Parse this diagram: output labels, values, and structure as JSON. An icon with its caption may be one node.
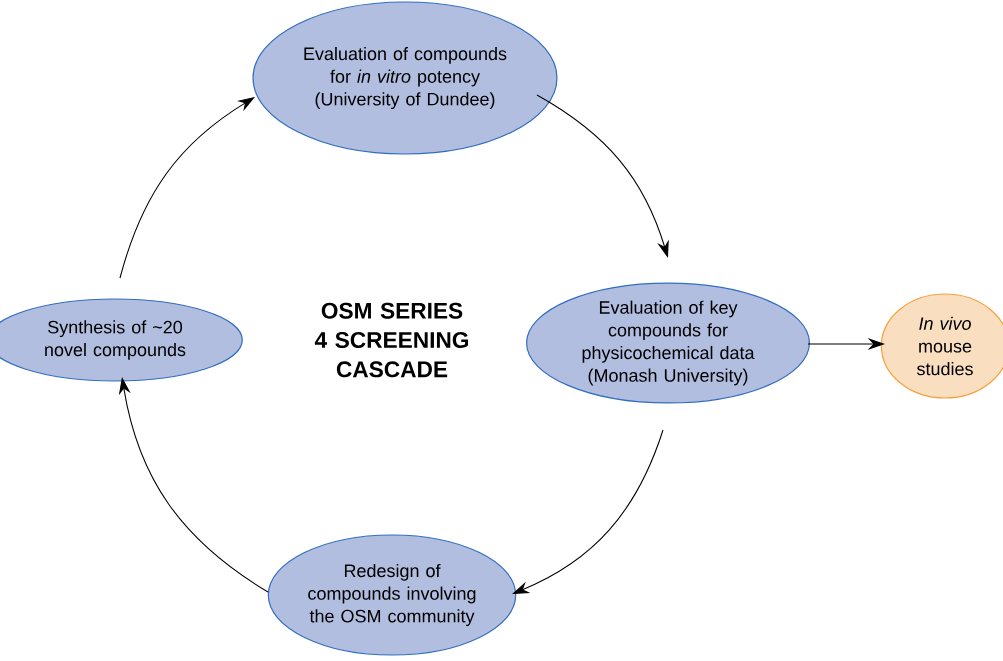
{
  "diagram": {
    "title": "OSM SERIES 4 SCREENING CASCADE",
    "nodes": [
      {
        "text": [
          "Evaluation of compounds for *in vitro* potency (University of Dundee)"
        ]
      },
      {
        "text": [
          "Evaluation of key compounds for physicochemical data (Monash University)"
        ]
      },
      {
        "text": [
          "*In vivo* mouse studies"
        ]
      },
      {
        "text": [
          "Redesign of compounds involving the OSM community"
        ]
      },
      {
        "text": [
          "Synthesis of ~20 novel compounds"
        ]
      }
    ],
    "edges": [
      {
        "from": 4,
        "to": 0,
        "arrow": "to"
      },
      {
        "from": 0,
        "to": 1,
        "arrow": "to"
      },
      {
        "from": 1,
        "to": 3,
        "arrow": "to"
      },
      {
        "from": 3,
        "to": 4,
        "arrow": "to"
      },
      {
        "from": 1,
        "to": 2,
        "arrow": "to"
      }
    ]
  }
}
